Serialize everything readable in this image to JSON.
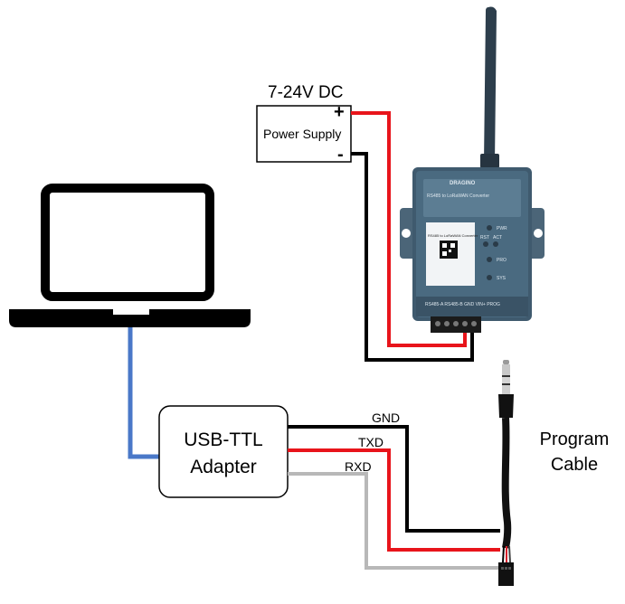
{
  "power_supply": {
    "voltage_label": "7-24V DC",
    "box_label": "Power Supply",
    "plus": "+",
    "minus": "-"
  },
  "usb_ttl": {
    "label": "USB-TTL Adapter"
  },
  "wires": {
    "gnd": "GND",
    "txd": "TXD",
    "rxd": "RXD"
  },
  "program_cable": {
    "label": "Program Cable"
  },
  "device": {
    "brand": "DRAGINO",
    "title": "RS485 to LoRaWAN Converter",
    "sticker_title": "RS485 to LoRaWAN Converter",
    "leds": [
      "PWR",
      "RST",
      "ACT",
      "PRO",
      "SYS"
    ],
    "terminals": "RS485-A RS485-B GND VIN+ PROG"
  },
  "colors": {
    "positive_wire": "#e8141b",
    "ground_wire": "#000000",
    "rxd_wire": "#b8b8b8",
    "usb_wire": "#4a78c8",
    "device_body": "#3f5a6e"
  }
}
